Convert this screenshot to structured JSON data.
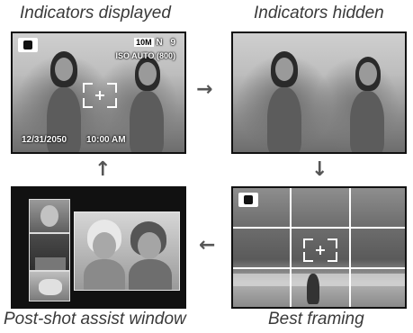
{
  "captions": {
    "top_left": "Indicators displayed",
    "top_right": "Indicators hidden",
    "bottom_left": "Post-shot assist window",
    "bottom_right": "Best framing"
  },
  "osd": {
    "mode_icon": "camera-icon",
    "size_badge": "10M",
    "quality": "N",
    "shots_remaining": "9",
    "iso": "ISO AUTO (800)",
    "date": "12/31/2050",
    "time": "10:00 AM"
  },
  "arrows": {
    "right": "→",
    "down": "↓",
    "left": "←",
    "up": "↑"
  },
  "colors": {
    "frame": "#111111",
    "caption_text": "#3a3a3a",
    "arrow": "#555555"
  }
}
